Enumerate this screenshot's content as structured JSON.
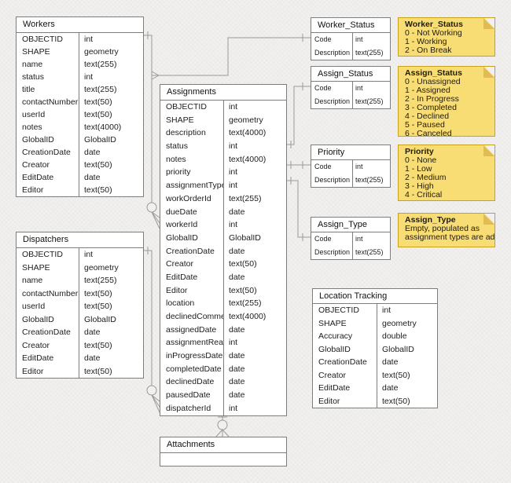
{
  "colors": {
    "canvas": "#F1F0EE",
    "table_fill": "#FFFFFF",
    "table_border": "#7D7D7D",
    "connector": "#9A9A9A",
    "note_fill": "#F8DC74",
    "note_border": "#C9A21C",
    "note_fold": "#E2BC52",
    "text": "#1D1D1D"
  },
  "entities": {
    "workers": {
      "title": "Workers",
      "fields": [
        [
          "OBJECTID",
          "int"
        ],
        [
          "SHAPE",
          "geometry"
        ],
        [
          "name",
          "text(255)"
        ],
        [
          "status",
          "int"
        ],
        [
          "title",
          "text(255)"
        ],
        [
          "contactNumber",
          "text(50)"
        ],
        [
          "userId",
          "text(50)"
        ],
        [
          "notes",
          "text(4000)"
        ],
        [
          "GlobalID",
          "GlobalID"
        ],
        [
          "CreationDate",
          "date"
        ],
        [
          "Creator",
          "text(50)"
        ],
        [
          "EditDate",
          "date"
        ],
        [
          "Editor",
          "text(50)"
        ]
      ]
    },
    "dispatchers": {
      "title": "Dispatchers",
      "fields": [
        [
          "OBJECTID",
          "int"
        ],
        [
          "SHAPE",
          "geometry"
        ],
        [
          "name",
          "text(255)"
        ],
        [
          "contactNumber",
          "text(50)"
        ],
        [
          "userId",
          "text(50)"
        ],
        [
          "GlobalID",
          "GlobalID"
        ],
        [
          "CreationDate",
          "date"
        ],
        [
          "Creator",
          "text(50)"
        ],
        [
          "EditDate",
          "date"
        ],
        [
          "Editor",
          "text(50)"
        ]
      ]
    },
    "assignments": {
      "title": "Assignments",
      "fields": [
        [
          "OBJECTID",
          "int"
        ],
        [
          "SHAPE",
          "geometry"
        ],
        [
          "description",
          "text(4000)"
        ],
        [
          "status",
          "int"
        ],
        [
          "notes",
          "text(4000)"
        ],
        [
          "priority",
          "int"
        ],
        [
          "assignmentType",
          "int"
        ],
        [
          "workOrderId",
          "text(255)"
        ],
        [
          "dueDate",
          "date"
        ],
        [
          "workerId",
          "int"
        ],
        [
          "GlobalID",
          "GlobalID"
        ],
        [
          "CreationDate",
          "date"
        ],
        [
          "Creator",
          "text(50)"
        ],
        [
          "EditDate",
          "date"
        ],
        [
          "Editor",
          "text(50)"
        ],
        [
          "location",
          "text(255)"
        ],
        [
          "declinedComment",
          "text(4000)"
        ],
        [
          "assignedDate",
          "date"
        ],
        [
          "assignmentRead",
          "int"
        ],
        [
          "inProgressDate",
          "date"
        ],
        [
          "completedDate",
          "date"
        ],
        [
          "declinedDate",
          "date"
        ],
        [
          "pausedDate",
          "date"
        ],
        [
          "dispatcherId",
          "int"
        ]
      ]
    },
    "worker_status": {
      "title": "Worker_Status",
      "fields": [
        [
          "Code",
          "int"
        ],
        [
          "Description",
          "text(255)"
        ]
      ]
    },
    "assign_status": {
      "title": "Assign_Status",
      "fields": [
        [
          "Code",
          "int"
        ],
        [
          "Description",
          "text(255)"
        ]
      ]
    },
    "priority": {
      "title": "Priority",
      "fields": [
        [
          "Code",
          "int"
        ],
        [
          "Description",
          "text(255)"
        ]
      ]
    },
    "assign_type": {
      "title": "Assign_Type",
      "fields": [
        [
          "Code",
          "int"
        ],
        [
          "Description",
          "text(255)"
        ]
      ]
    },
    "location_tracking": {
      "title": "Location Tracking",
      "fields": [
        [
          "OBJECTID",
          "int"
        ],
        [
          "SHAPE",
          "geometry"
        ],
        [
          "Accuracy",
          "double"
        ],
        [
          "GlobalID",
          "GlobalID"
        ],
        [
          "CreationDate",
          "date"
        ],
        [
          "Creator",
          "text(50)"
        ],
        [
          "EditDate",
          "date"
        ],
        [
          "Editor",
          "text(50)"
        ]
      ]
    },
    "attachments": {
      "title": "Attachments",
      "fields": []
    }
  },
  "notes": {
    "worker_status": {
      "title": "Worker_Status",
      "lines": [
        "0 - Not Working",
        "1 - Working",
        "2 - On Break"
      ]
    },
    "assign_status": {
      "title": "Assign_Status",
      "lines": [
        "0 - Unassigned",
        "1 - Assigned",
        "2 - In Progress",
        "3 - Completed",
        "4 - Declined",
        "5 - Paused",
        "6 - Canceled"
      ]
    },
    "priority": {
      "title": "Priority",
      "lines": [
        "0 - None",
        "1 - Low",
        "2 - Medium",
        "3 - High",
        "4 - Critical"
      ]
    },
    "assign_type": {
      "title": "Assign_Type",
      "lines": [
        "Empty, populated as",
        "assignment types are added"
      ]
    }
  }
}
